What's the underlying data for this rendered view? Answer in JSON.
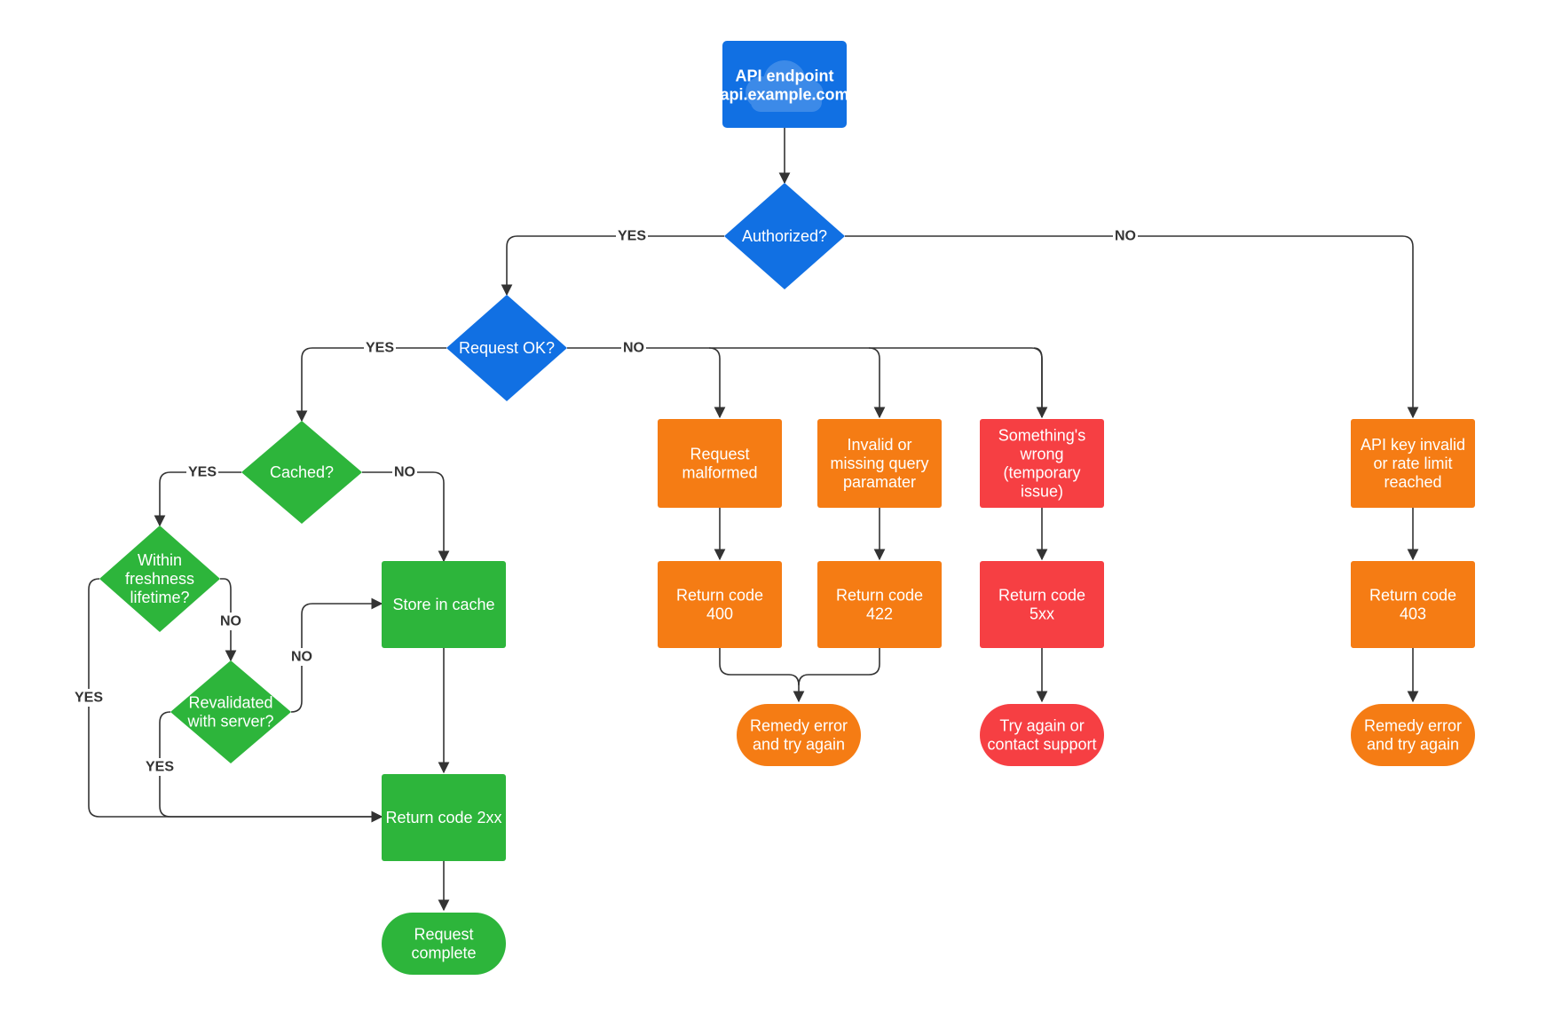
{
  "colors": {
    "blue": "#1170e3",
    "green": "#2db53b",
    "orange": "#f57c14",
    "red": "#f63f43",
    "line": "#333333"
  },
  "nodes": {
    "api": {
      "lines": [
        "API endpoint",
        "api.example.com"
      ],
      "color": "blue",
      "icon": "cloud-icon"
    },
    "authorized": {
      "lines": [
        "Authorized?"
      ],
      "color": "blue"
    },
    "request_ok": {
      "lines": [
        "Request OK?"
      ],
      "color": "blue"
    },
    "cached": {
      "lines": [
        "Cached?"
      ],
      "color": "green"
    },
    "within": {
      "lines": [
        "Within",
        "freshness",
        "lifetime?"
      ],
      "color": "green"
    },
    "revalidated": {
      "lines": [
        "Revalidated",
        "with server?"
      ],
      "color": "green"
    },
    "store": {
      "lines": [
        "Store in cache"
      ],
      "color": "green"
    },
    "code2xx": {
      "lines": [
        "Return code 2xx"
      ],
      "color": "green"
    },
    "complete": {
      "lines": [
        "Request",
        "complete"
      ],
      "color": "green"
    },
    "malformed": {
      "lines": [
        "Request",
        "malformed"
      ],
      "color": "orange"
    },
    "invalid_param": {
      "lines": [
        "Invalid or",
        "missing query",
        "paramater"
      ],
      "color": "orange"
    },
    "wrong": {
      "lines": [
        "Something's",
        "wrong",
        "(temporary",
        "issue)"
      ],
      "color": "red"
    },
    "code400": {
      "lines": [
        "Return code",
        "400"
      ],
      "color": "orange"
    },
    "code422": {
      "lines": [
        "Return code",
        "422"
      ],
      "color": "orange"
    },
    "code5xx": {
      "lines": [
        "Return code",
        "5xx"
      ],
      "color": "red"
    },
    "remedy1": {
      "lines": [
        "Remedy error",
        "and try again"
      ],
      "color": "orange"
    },
    "tryagain": {
      "lines": [
        "Try again or",
        "contact support"
      ],
      "color": "red"
    },
    "apikey": {
      "lines": [
        "API key invalid",
        "or rate limit",
        "reached"
      ],
      "color": "orange"
    },
    "code403": {
      "lines": [
        "Return code",
        "403"
      ],
      "color": "orange"
    },
    "remedy2": {
      "lines": [
        "Remedy error",
        "and try again"
      ],
      "color": "orange"
    }
  },
  "edge_labels": {
    "auth_yes": "YES",
    "auth_no": "NO",
    "req_yes": "YES",
    "req_no": "NO",
    "cached_yes": "YES",
    "cached_no": "NO",
    "within_no": "NO",
    "within_yes": "YES",
    "reval_no": "NO",
    "reval_yes": "YES"
  }
}
